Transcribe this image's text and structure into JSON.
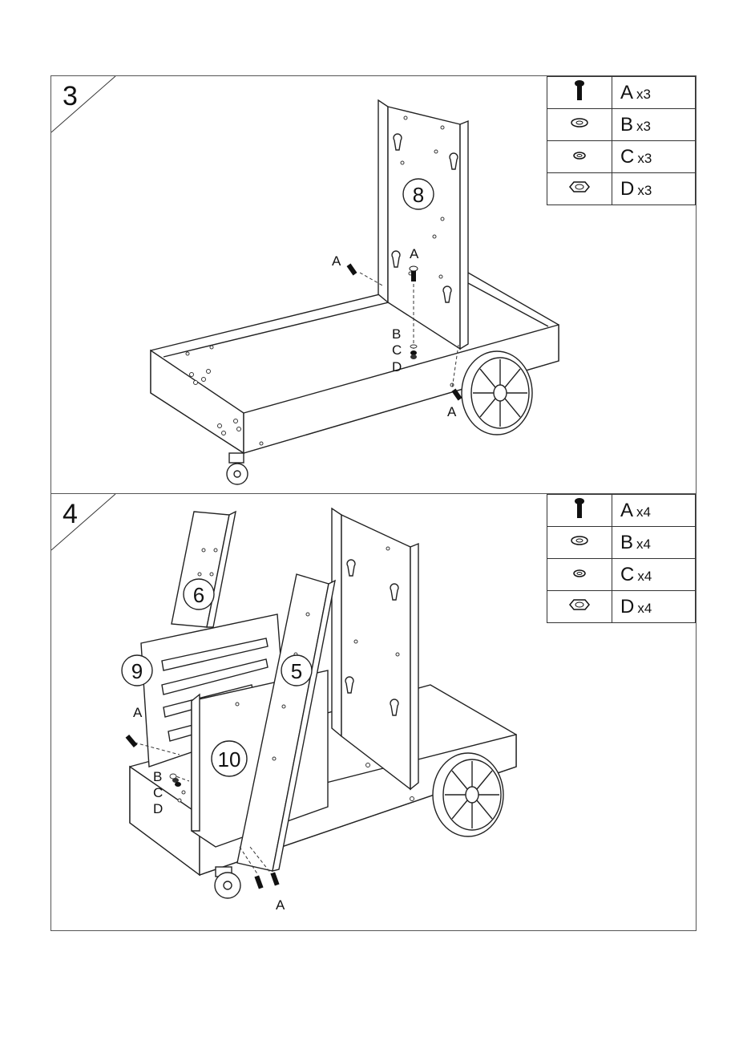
{
  "steps": [
    {
      "number": "3",
      "parts": [
        {
          "letter": "A",
          "qty": "x3",
          "icon": "bolt-icon"
        },
        {
          "letter": "B",
          "qty": "x3",
          "icon": "flat-washer-icon"
        },
        {
          "letter": "C",
          "qty": "x3",
          "icon": "spring-washer-icon"
        },
        {
          "letter": "D",
          "qty": "x3",
          "icon": "hex-nut-icon"
        }
      ],
      "panel_labels": [
        "8"
      ],
      "callouts": [
        "A",
        "A",
        "B",
        "C",
        "D",
        "A"
      ]
    },
    {
      "number": "4",
      "parts": [
        {
          "letter": "A",
          "qty": "x4",
          "icon": "bolt-icon"
        },
        {
          "letter": "B",
          "qty": "x4",
          "icon": "flat-washer-icon"
        },
        {
          "letter": "C",
          "qty": "x4",
          "icon": "spring-washer-icon"
        },
        {
          "letter": "D",
          "qty": "x4",
          "icon": "hex-nut-icon"
        }
      ],
      "panel_labels": [
        "6",
        "9",
        "5",
        "10"
      ],
      "callouts": [
        "A",
        "B",
        "C",
        "D",
        "A"
      ]
    }
  ]
}
